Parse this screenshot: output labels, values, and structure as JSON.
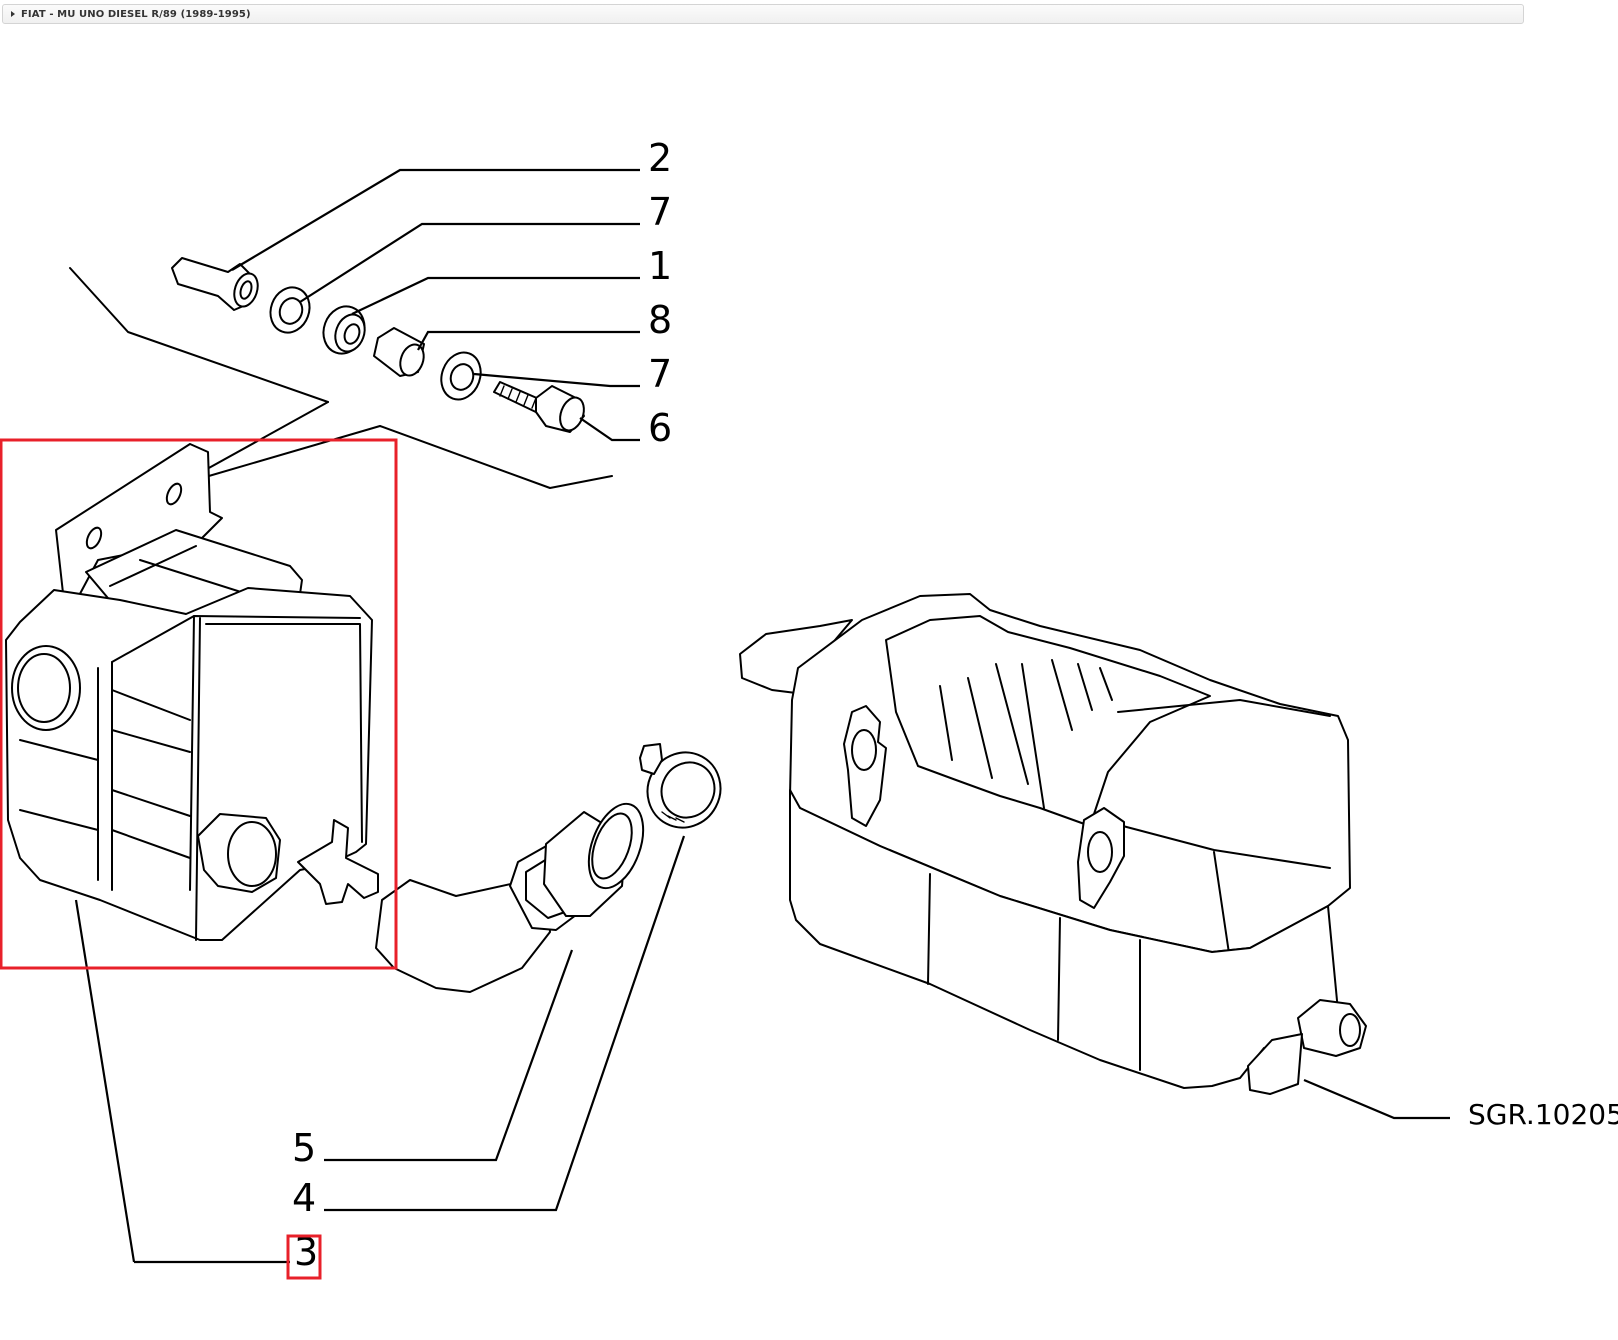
{
  "breadcrumb": {
    "label": "FIAT - MU UNO DIESEL R/89 (1989-1995)"
  },
  "callouts": [
    {
      "id": "2",
      "label": "2"
    },
    {
      "id": "7a",
      "label": "7"
    },
    {
      "id": "1",
      "label": "1"
    },
    {
      "id": "8",
      "label": "8"
    },
    {
      "id": "7b",
      "label": "7"
    },
    {
      "id": "6",
      "label": "6"
    },
    {
      "id": "5",
      "label": "5"
    },
    {
      "id": "4",
      "label": "4"
    },
    {
      "id": "3",
      "label": "3",
      "selected": true
    }
  ],
  "reference_code": "SGR.10205",
  "highlight_color": "#e8202a"
}
